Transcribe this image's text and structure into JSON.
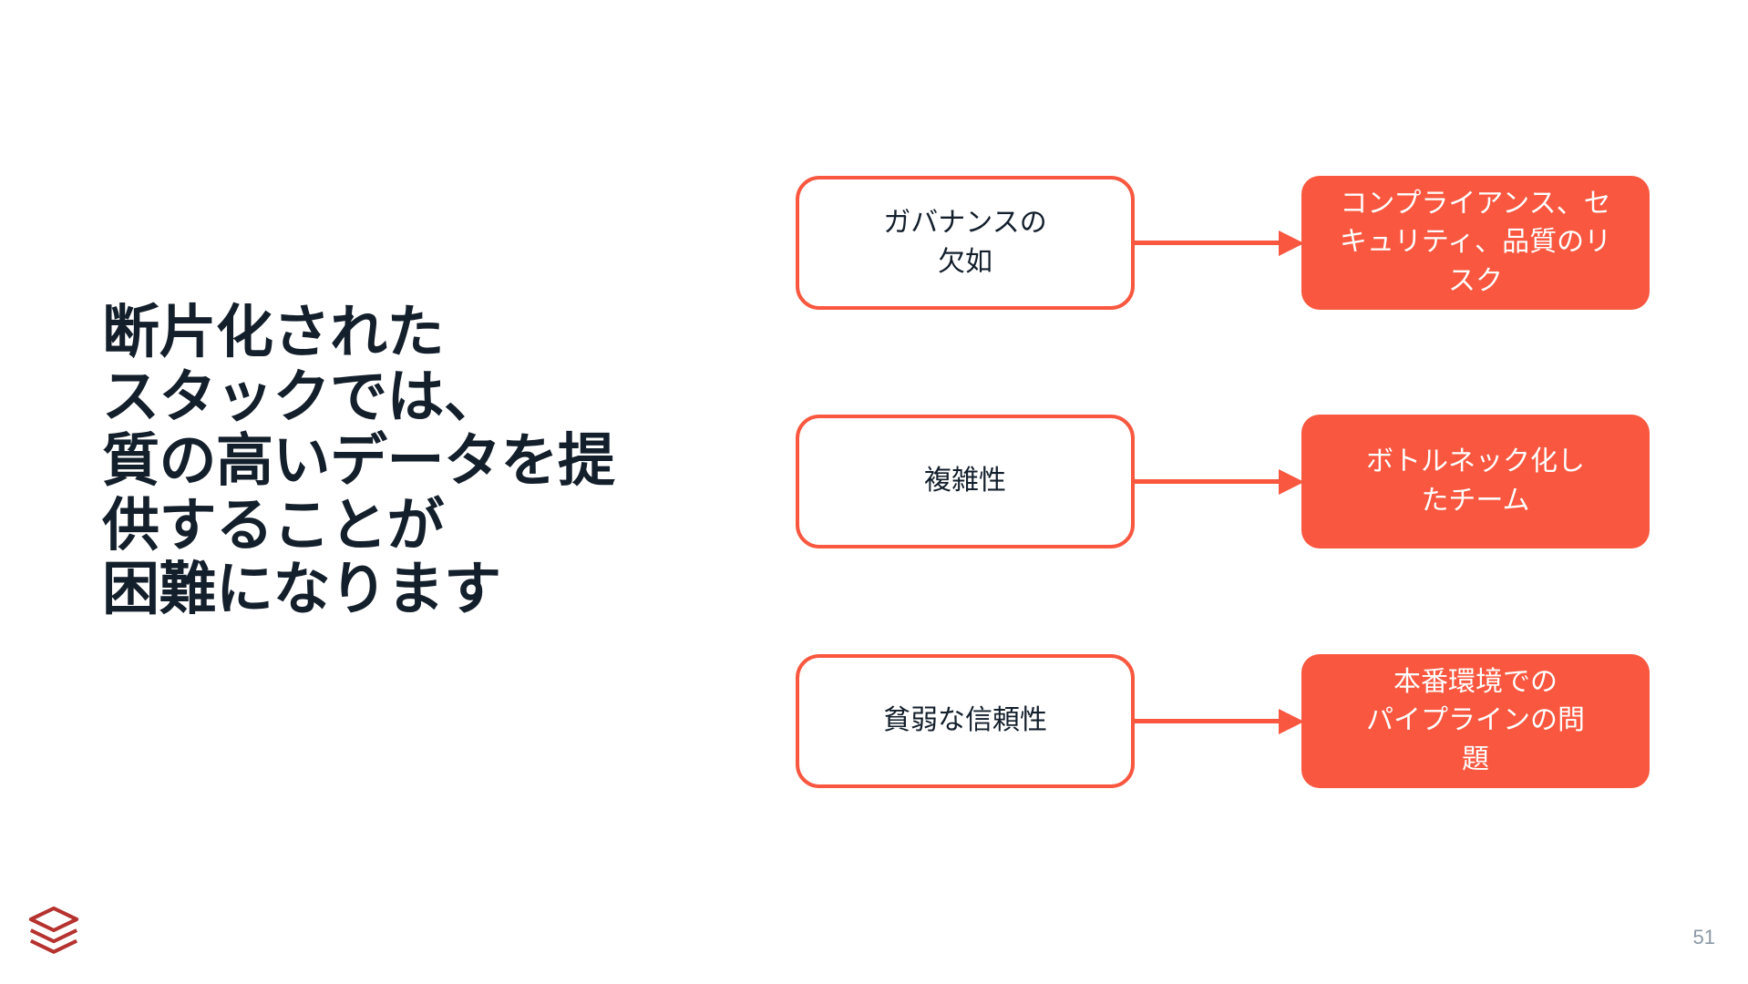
{
  "slide": {
    "headline": "断片化された\nスタックでは、\n質の高いデータを提\n供することが\n困難になります",
    "page_number": "51",
    "logo_name": "databricks-logo",
    "colors": {
      "accent_orange": "#F9573F",
      "headline_navy": "#131F2B",
      "page_number_gray": "#8A98A4",
      "logo_red": "#B5322F",
      "background": "#FFFFFF"
    }
  },
  "diagram": {
    "type": "cause-effect-flow",
    "rows": [
      {
        "cause": "ガバナンスの\n欠如",
        "effect": "コンプライアンス、セ\nキュリティ、品質のリ\nスク",
        "arrow": "right-arrow"
      },
      {
        "cause": "複雑性",
        "effect": "ボトルネック化し\nたチーム",
        "arrow": "right-arrow"
      },
      {
        "cause": "貧弱な信頼性",
        "effect": "本番環境での\nパイプラインの問\n題",
        "arrow": "right-arrow"
      }
    ]
  }
}
